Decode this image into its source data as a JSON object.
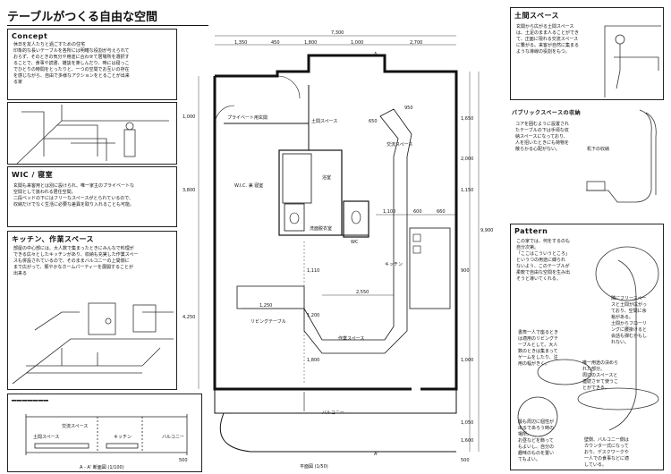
{
  "title": "テーブルがつくる自由な空間",
  "concept": {
    "heading": "Concept",
    "body": "休日を友人たちと過ごすための住宅\n印象的な長いテーブルを各所には明確な役割が与えられて\nおらず、そのときの気分や用途に合わせて居場所を選択す\nることで、食事や読書、雑談を楽しんだり、時には寝っこ\nでひとりの時間をとったりと、一つの空間でお互いの存在\nを感じながら、自由で多様なアクションをとることが出来\nる家"
  },
  "wic": {
    "heading": "WIC / 寝室",
    "body": "玄関も来客用とは別に設けられ、唯一家主のプライベートな\n空間として扱われる居住空間。\n二段ベッドの下にはフリーなスペースがとられているので、\n収納だけでなく生活に必要な差異を取り入れることも可能。"
  },
  "kitchen": {
    "heading": "キッチン、作業スペース",
    "body": "部屋の中心部には、大人数で集まったときにみんなで料理が\nできる広々としたキッチンがあり、収納も充実した作業スペー\nスも併設されているので、そのままバルコニーの上間側に\nまで広がって、賑やかなホームパーティーを展開することが\n出来る"
  },
  "section": {
    "caption": "A - A' 断面図 (1/100)",
    "labels": [
      "土間スペース",
      "キッチン",
      "バルコニー",
      "交流スペース"
    ]
  },
  "doma": {
    "heading": "土間スペース",
    "body": "玄関から広がる土間スペース\nは、土足のまま人ることができ\nて、正面に現れる交流スペース\nに繋がる。来客が自然に集まる\nような導線の役割をもつ。"
  },
  "public": {
    "heading": "パブリックスペースの収納",
    "body": "コアを囲むように設置され\nたテーブルの下は手頃な収\n納スペースになっており、\n人を招いたときにも荷物を\n散らかる心配がない。",
    "note": "机下の収納"
  },
  "pattern": {
    "heading": "Pattern",
    "body": "この家では、何をするのも\n自分次第。\n「ここはこういうところ」\nというつの用途に縛られ\nないよう、このテーブルが\n柔軟で自由な空間を生み出\nそうと導いてくれる。",
    "notes": [
      "隣にフリースペー\nスと土間が広がっ\nており、空間に余\n裕がある。\n土間からフローリ\nングに腰掛けると\n会話も弾むかもし\nれない。",
      "書斎一人で座るとき\nは適用のリビングテ\nーブルとして。大人\n数のときは集まって\nゲームをしたり、注\n用の幅がきく。",
      "唯一用途の決めら\nれた部分。\n周辺のスペースと\n連続させて使うこ\nとができる。",
      "最も周辺に個性が\n出るであろう時の\n場所。\nお昼などを飾って\nもよいし、自分の\n趣味のものを置い\nてもよい。",
      "壁側、バルコニー側は\nカウンター式になって\nおり、デスクワークや\n一人での食事などに適\nしている。"
    ]
  },
  "plan": {
    "caption": "平面図 (1/50)",
    "rooms": {
      "private": "プライベート用玄関",
      "doma": "土間スペース",
      "exchange": "交流スペース",
      "bath": "浴室",
      "wic": "W.I.C.\n兼\n寝室",
      "washroom": "洗面脱衣室",
      "wc": "WC",
      "kitchen": "キッチン",
      "living": "リビングテーブル",
      "work": "作業スペース",
      "balcony": "バルコニー"
    },
    "dims": {
      "total": "7,300",
      "top": [
        "1,350",
        "450",
        "1,800",
        "1,000",
        "2,700"
      ],
      "side_left": [
        "1,000",
        "3,800",
        "4,250"
      ],
      "side_right": [
        "1,650",
        "2,000",
        "1,150",
        "900",
        "1,000",
        "1,050"
      ],
      "overall_right": "9,900",
      "mid": [
        "1,100",
        "600",
        "660"
      ],
      "kitchen_w": "2,550",
      "table": "1,250",
      "v": [
        "1,110",
        "1,200",
        "1,800"
      ],
      "small": [
        "650",
        "950"
      ],
      "bottom": [
        "1,600",
        "500",
        "500"
      ]
    },
    "marks": [
      "A",
      "A'"
    ]
  }
}
